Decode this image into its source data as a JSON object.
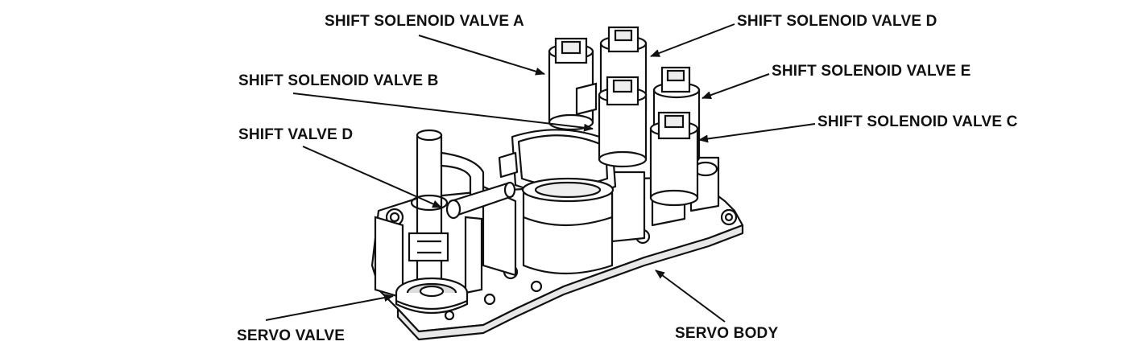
{
  "labels": {
    "shift_solenoid_valve_a": "SHIFT SOLENOID VALVE A",
    "shift_solenoid_valve_d": "SHIFT SOLENOID VALVE D",
    "shift_solenoid_valve_b": "SHIFT SOLENOID VALVE B",
    "shift_solenoid_valve_e": "SHIFT SOLENOID VALVE E",
    "shift_solenoid_valve_c": "SHIFT SOLENOID VALVE C",
    "shift_valve_d": "SHIFT VALVE D",
    "servo_valve": "SERVO VALVE",
    "servo_body": "SERVO BODY"
  },
  "colors": {
    "ink": "#111111",
    "paper": "#ffffff",
    "shade": "#c8c8c8"
  }
}
